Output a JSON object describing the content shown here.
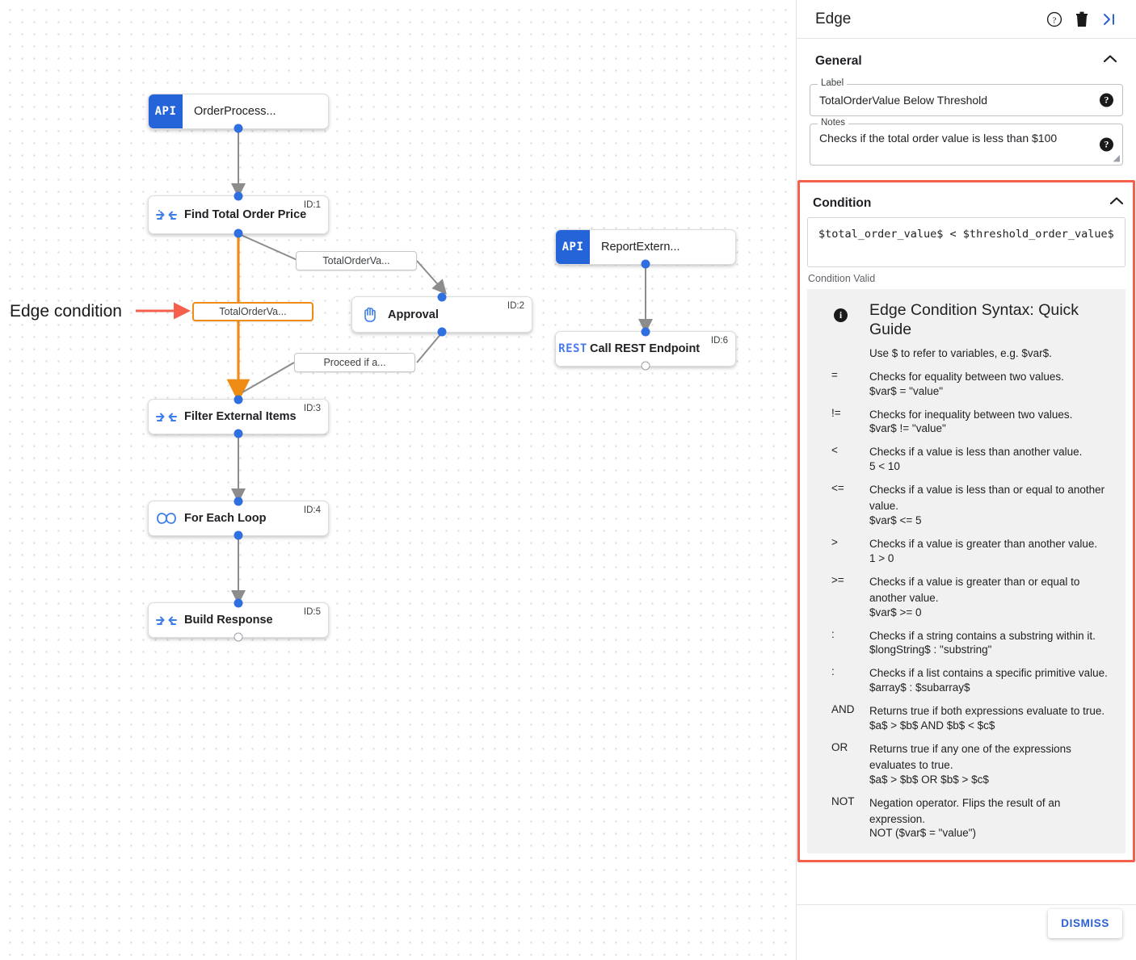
{
  "panel": {
    "title": "Edge",
    "icons": {
      "help": "help-circle-icon",
      "delete": "trash-icon",
      "collapse": "collapse-panel-icon"
    },
    "general": {
      "section_title": "General",
      "collapse_chevron": "chevron-up-icon",
      "label_field": {
        "legend": "Label",
        "value": "TotalOrderValue Below Threshold",
        "help": "?"
      },
      "notes_field": {
        "legend": "Notes",
        "value": "Checks if the total order value is less than $100",
        "help": "?"
      }
    },
    "condition": {
      "section_title": "Condition",
      "collapse_chevron": "chevron-up-icon",
      "expression": "$total_order_value$ < $threshold_order_value$",
      "validity": "Condition Valid",
      "highlight_color": "#f4604c",
      "guide": {
        "icon": "info-icon",
        "title": "Edge Condition Syntax: Quick Guide",
        "subtitle": "Use $ to refer to variables, e.g. $var$.",
        "operators": [
          {
            "symbol": "=",
            "description": "Checks for equality between two values.",
            "example": "$var$ = \"value\""
          },
          {
            "symbol": "!=",
            "description": "Checks for inequality between two values.",
            "example": "$var$ != \"value\""
          },
          {
            "symbol": "<",
            "description": "Checks if a value is less than another value.",
            "example": "5 < 10"
          },
          {
            "symbol": "<=",
            "description": "Checks if a value is less than or equal to another value.",
            "example": "$var$ <= 5"
          },
          {
            "symbol": ">",
            "description": "Checks if a value is greater than another value.",
            "example": "1 > 0"
          },
          {
            "symbol": ">=",
            "description": "Checks if a value is greater than or equal to another value.",
            "example": "$var$ >= 0"
          },
          {
            "symbol": ":",
            "description": "Checks if a string contains a substring within it.",
            "example": "$longString$ : \"substring\""
          },
          {
            "symbol": ":",
            "description": "Checks if a list contains a specific primitive value.",
            "example": "$array$ : $subarray$"
          },
          {
            "symbol": "AND",
            "description": "Returns true if both expressions evaluate to true.",
            "example": "$a$ > $b$ AND $b$ < $c$"
          },
          {
            "symbol": "OR",
            "description": "Returns true if any one of the expressions evaluates to true.",
            "example": "$a$ > $b$ OR $b$ > $c$"
          },
          {
            "symbol": "NOT",
            "description": "Negation operator. Flips the result of an expression.",
            "example": "NOT ($var$ = \"value\")"
          }
        ]
      }
    },
    "dismiss_label": "DISMISS"
  },
  "canvas": {
    "annotation": {
      "text": "Edge condition",
      "arrow_color": "#f4604c"
    },
    "selected_edge_color": "#ef8c15",
    "nodes": [
      {
        "key": "order_process",
        "chip": "API",
        "title": "OrderProcess...",
        "id": "",
        "icon": ""
      },
      {
        "key": "find_total_price",
        "chip": "",
        "title": "Find Total Order Price",
        "id": "ID:1",
        "icon": "converge-arrows-icon"
      },
      {
        "key": "approval",
        "chip": "",
        "title": "Approval",
        "id": "ID:2",
        "icon": "hand-icon"
      },
      {
        "key": "filter_external",
        "chip": "",
        "title": "Filter External Items",
        "id": "ID:3",
        "icon": "converge-arrows-icon"
      },
      {
        "key": "for_each_loop",
        "chip": "",
        "title": "For Each Loop",
        "id": "ID:4",
        "icon": "infinity-icon"
      },
      {
        "key": "build_response",
        "chip": "",
        "title": "Build Response",
        "id": "ID:5",
        "icon": "converge-arrows-icon"
      },
      {
        "key": "report_extern",
        "chip": "API",
        "title": "ReportExtern...",
        "id": "",
        "icon": ""
      },
      {
        "key": "call_rest",
        "chip": "REST",
        "title": "Call REST Endpoint",
        "id": "ID:6",
        "icon": ""
      }
    ],
    "edge_labels": [
      {
        "key": "to_approval",
        "text": "TotalOrderVa...",
        "selected": false
      },
      {
        "key": "selected_edge",
        "text": "TotalOrderVa...",
        "selected": true
      },
      {
        "key": "proceed",
        "text": "Proceed if a...",
        "selected": false
      }
    ]
  }
}
